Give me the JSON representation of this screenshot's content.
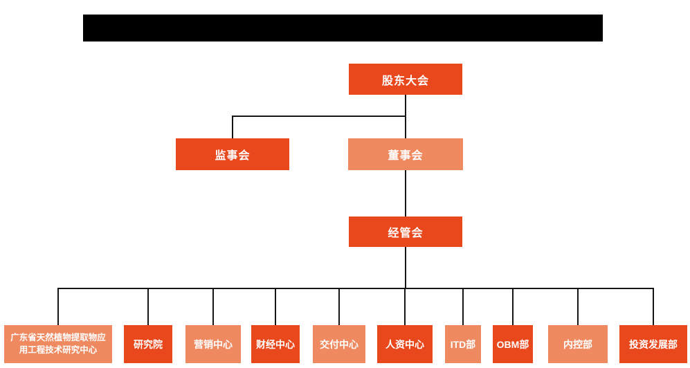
{
  "colors": {
    "background": "#ffffff",
    "primary": "#e8481c",
    "secondary": "#ef8a60",
    "line": "#141414",
    "redaction": "#000000"
  },
  "redacted_title": {
    "note": "solid black redaction bar, no visible text"
  },
  "org_chart": {
    "root": {
      "label": "股东大会",
      "variant": "primary"
    },
    "level2": [
      {
        "label": "监事会",
        "variant": "primary"
      },
      {
        "label": "董事会",
        "variant": "secondary"
      }
    ],
    "level3": {
      "label": "经管会",
      "variant": "primary"
    },
    "departments": [
      {
        "label": "广东省天然植物提取物应用工程技术研究中心",
        "variant": "secondary"
      },
      {
        "label": "研究院",
        "variant": "primary"
      },
      {
        "label": "营销中心",
        "variant": "secondary"
      },
      {
        "label": "财经中心",
        "variant": "primary"
      },
      {
        "label": "交付中心",
        "variant": "secondary"
      },
      {
        "label": "人资中心",
        "variant": "primary"
      },
      {
        "label": "ITD部",
        "variant": "secondary"
      },
      {
        "label": "OBM部",
        "variant": "primary"
      },
      {
        "label": "内控部",
        "variant": "secondary"
      },
      {
        "label": "投资发展部",
        "variant": "primary"
      }
    ]
  }
}
